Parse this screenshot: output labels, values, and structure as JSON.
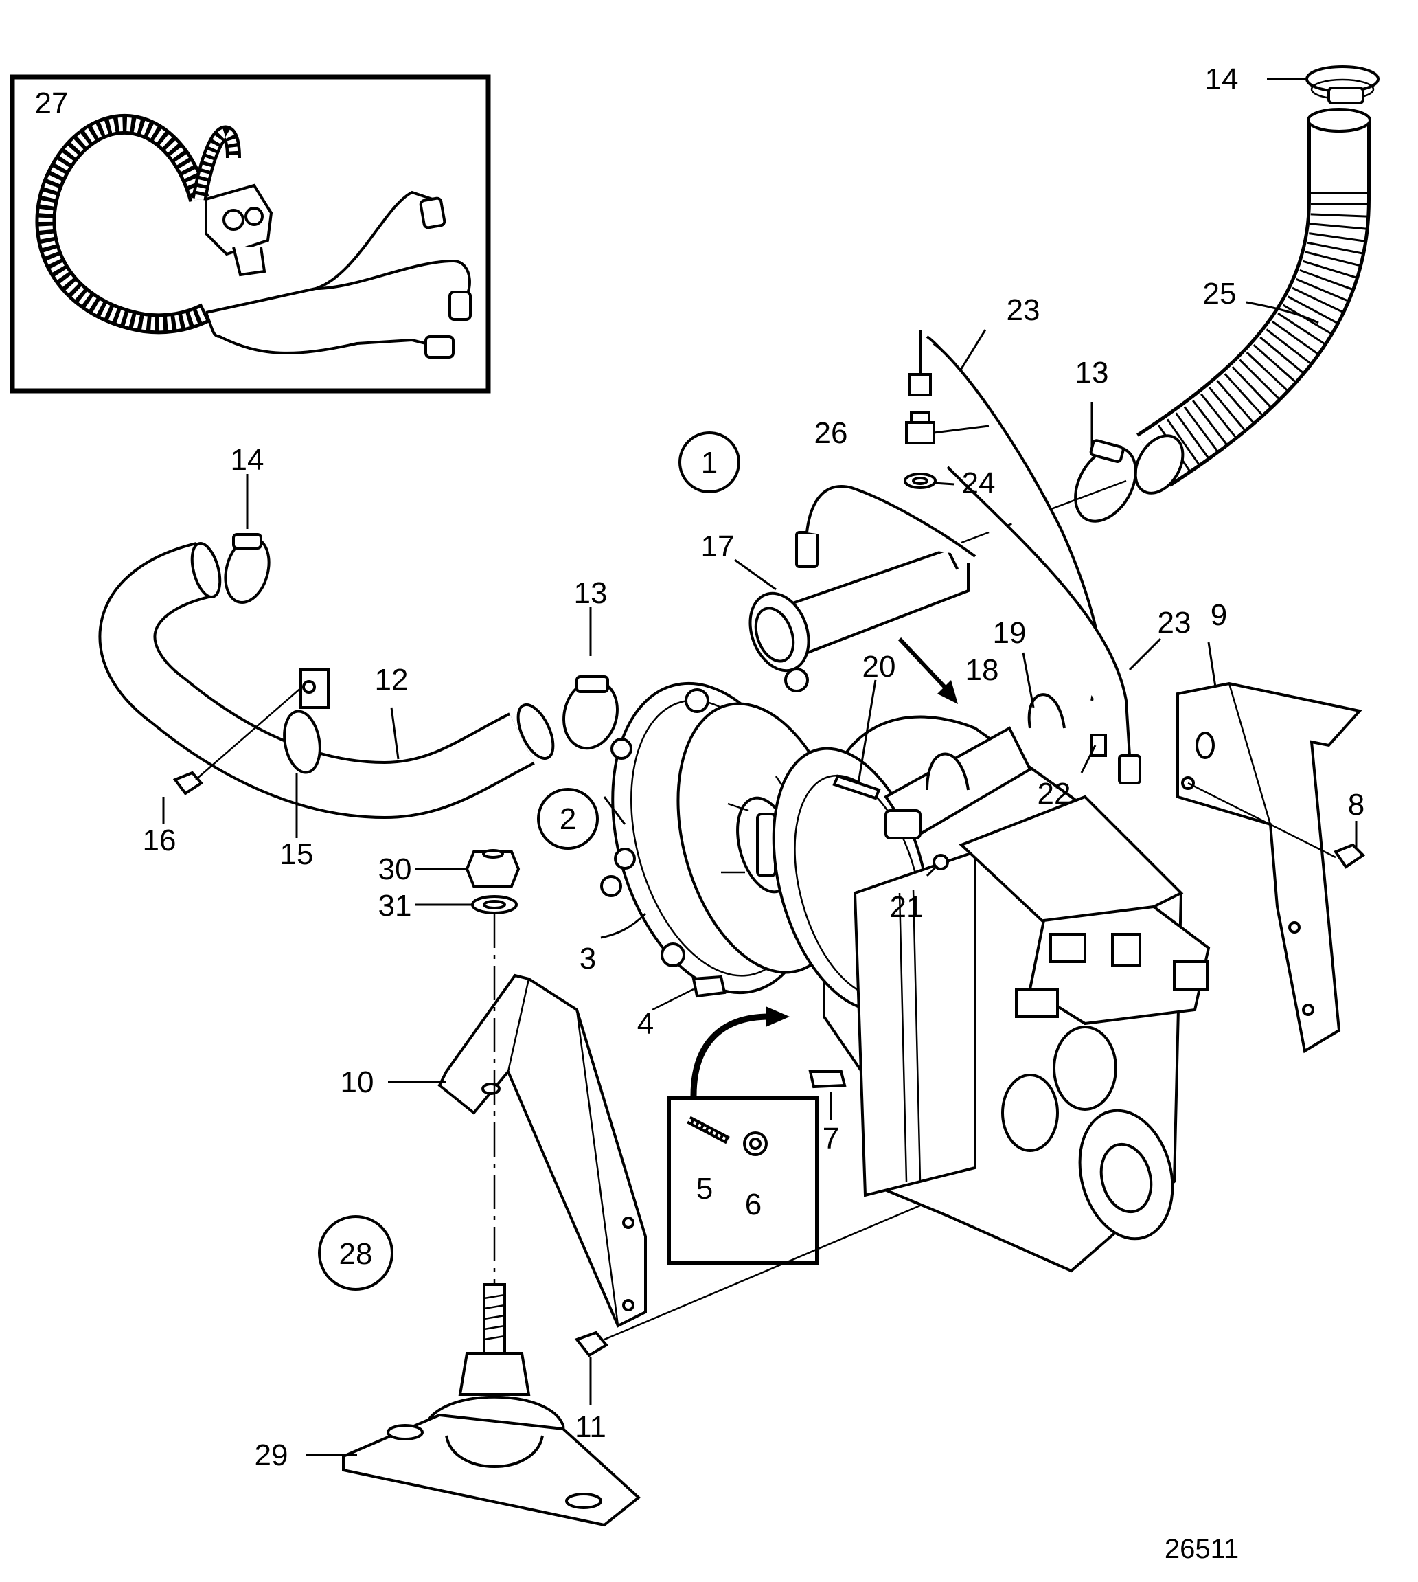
{
  "figure_number": "26511",
  "labels": {
    "p1": "1",
    "p2": "2",
    "p3": "3",
    "p4": "4",
    "p5": "5",
    "p6": "6",
    "p7": "7",
    "p8": "8",
    "p9": "9",
    "p10": "10",
    "p11": "11",
    "p12": "12",
    "p13a": "13",
    "p13b": "13",
    "p14a": "14",
    "p14b": "14",
    "p15": "15",
    "p16": "16",
    "p17": "17",
    "p18": "18",
    "p19": "19",
    "p20": "20",
    "p21": "21",
    "p22": "22",
    "p23a": "23",
    "p23b": "23",
    "p24": "24",
    "p25": "25",
    "p26": "26",
    "p27": "27",
    "p28": "28",
    "p29": "29",
    "p30": "30",
    "p31": "31"
  }
}
